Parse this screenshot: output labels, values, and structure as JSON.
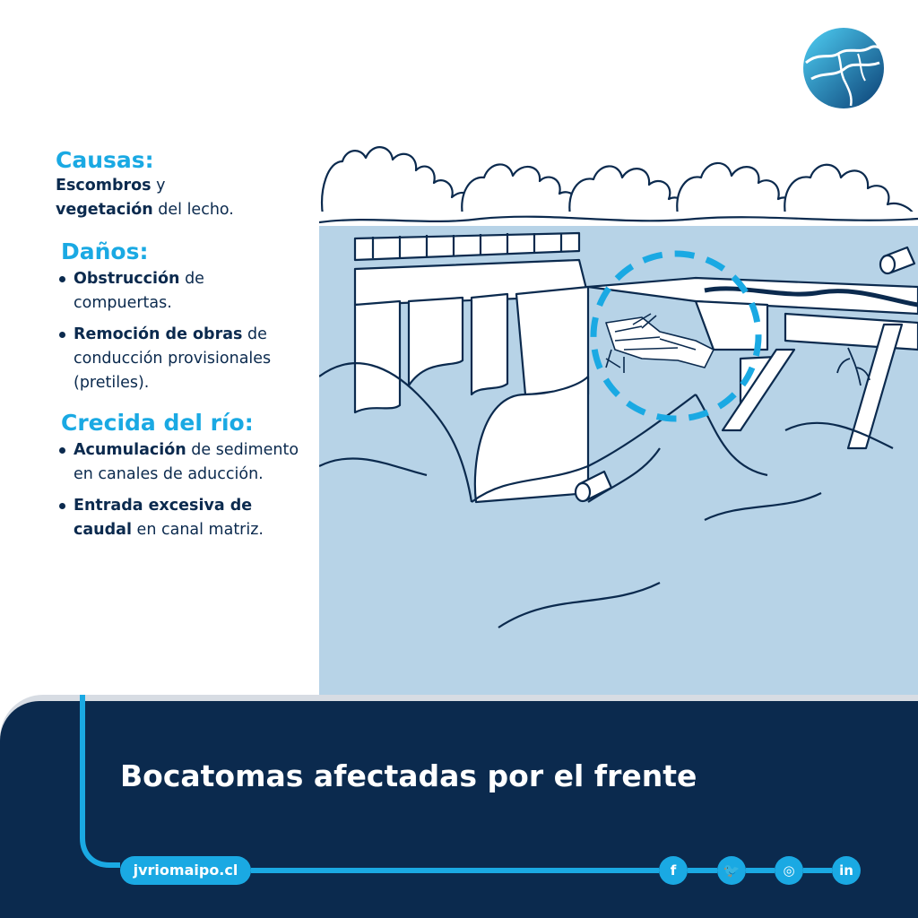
{
  "colors": {
    "accent": "#1aa9e3",
    "navy": "#0b2a4e",
    "water": "#b7d3e7",
    "banner_edge": "#d7dce3"
  },
  "causas": {
    "title": "Causas:",
    "line1_bold": "Escombros",
    "line1_rest": " y",
    "line2_bold": "vegetación",
    "line2_rest": " del lecho."
  },
  "danos": {
    "title": "Daños:",
    "items": [
      {
        "bold": "Obstrucción",
        "rest": " de compuertas."
      },
      {
        "bold": "Remoción de obras",
        "rest": " de conducción provisionales (pretiles)."
      }
    ]
  },
  "crecida": {
    "title": "Crecida del río:",
    "items": [
      {
        "bold": "Acumulación",
        "rest": " de sedimento en canales de aducción."
      },
      {
        "bold": "Entrada excesiva de caudal",
        "rest": " en canal matriz."
      }
    ]
  },
  "banner": {
    "title": "Bocatomas afectadas por el frente",
    "url": "jvriomaipo.cl"
  },
  "social": [
    {
      "icon": "facebook-icon",
      "glyph": "f"
    },
    {
      "icon": "twitter-icon",
      "glyph": "🐦"
    },
    {
      "icon": "instagram-icon",
      "glyph": "◎"
    },
    {
      "icon": "linkedin-icon",
      "glyph": "in"
    }
  ]
}
